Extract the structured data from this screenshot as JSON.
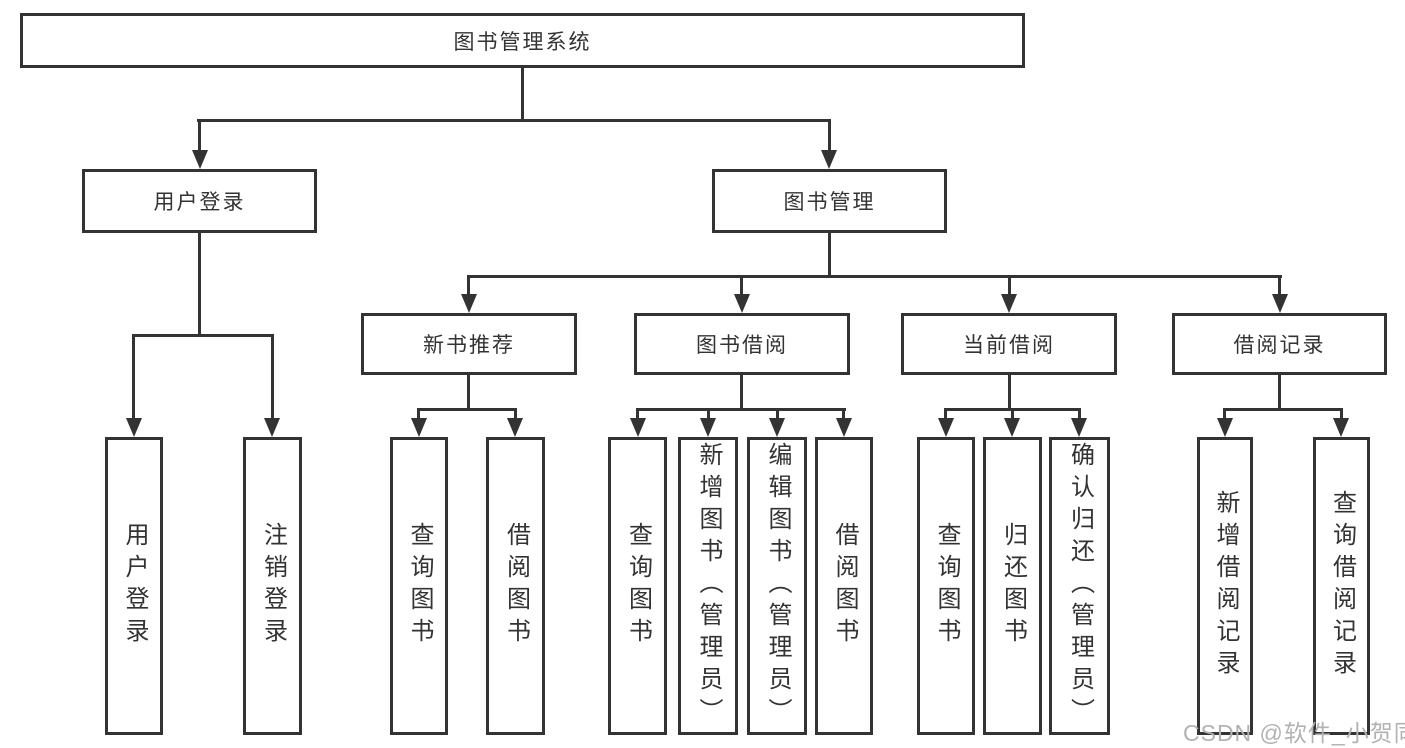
{
  "watermark": "CSDN @软件_小贺同学",
  "colors": {
    "line": "#333333",
    "text": "#333333",
    "watermark": "#b2b2b2",
    "background": "#ffffff"
  },
  "tree": {
    "label": "图书管理系统",
    "children": [
      {
        "label": "用户登录",
        "children": [
          {
            "label": "用户登录"
          },
          {
            "label": "注销登录"
          }
        ]
      },
      {
        "label": "图书管理",
        "children": [
          {
            "label": "新书推荐",
            "children": [
              {
                "label": "查询图书"
              },
              {
                "label": "借阅图书"
              }
            ]
          },
          {
            "label": "图书借阅",
            "children": [
              {
                "label": "查询图书"
              },
              {
                "label": "新增图书（管理员）"
              },
              {
                "label": "编辑图书（管理员）"
              },
              {
                "label": "借阅图书"
              }
            ]
          },
          {
            "label": "当前借阅",
            "children": [
              {
                "label": "查询图书"
              },
              {
                "label": "归还图书"
              },
              {
                "label": "确认归还（管理员）"
              }
            ]
          },
          {
            "label": "借阅记录",
            "children": [
              {
                "label": "新增借阅记录"
              },
              {
                "label": "查询借阅记录"
              }
            ]
          }
        ]
      }
    ]
  }
}
